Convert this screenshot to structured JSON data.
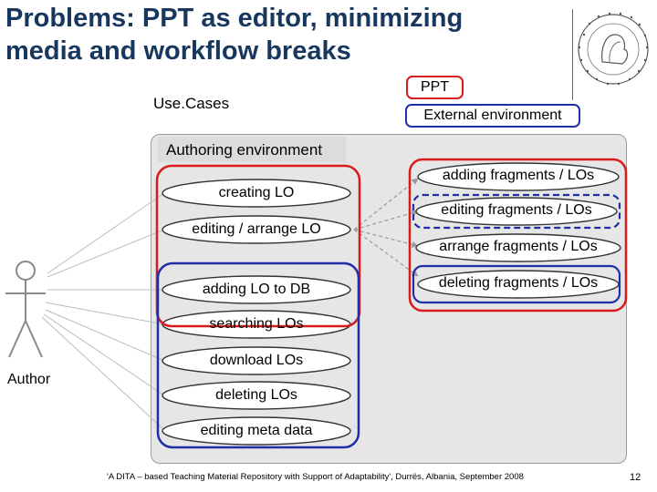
{
  "slide": {
    "title": "Problems: PPT as editor, minimizing\nmedia and workflow breaks",
    "use_cases_label": "Use.Cases",
    "ppt_label": "PPT",
    "external_environment_label": "External environment",
    "authoring_environment_label": "Authoring environment",
    "actor_label": "Author",
    "left_use_cases": [
      "creating LO",
      "editing / arrange LO",
      "adding LO to DB",
      "searching LOs",
      "download LOs",
      "deleting LOs",
      "editing meta data"
    ],
    "right_use_cases": [
      "adding fragments / LOs",
      "editing fragments / LOs",
      "arrange fragments / LOs",
      "deleting fragments / LOs"
    ],
    "footer": "'A DITA – based Teaching Material Repository with Support of Adaptability', Durrës, Albania, September 2008",
    "page_number": "12"
  },
  "colors": {
    "title": "#17375e",
    "ppt_red": "#d81b1b",
    "external_blue": "#1f2fa8",
    "panel_gray": "#e6e6e6"
  },
  "icons": {
    "logo": "university-seal-icon",
    "actor": "stick-figure-icon"
  }
}
